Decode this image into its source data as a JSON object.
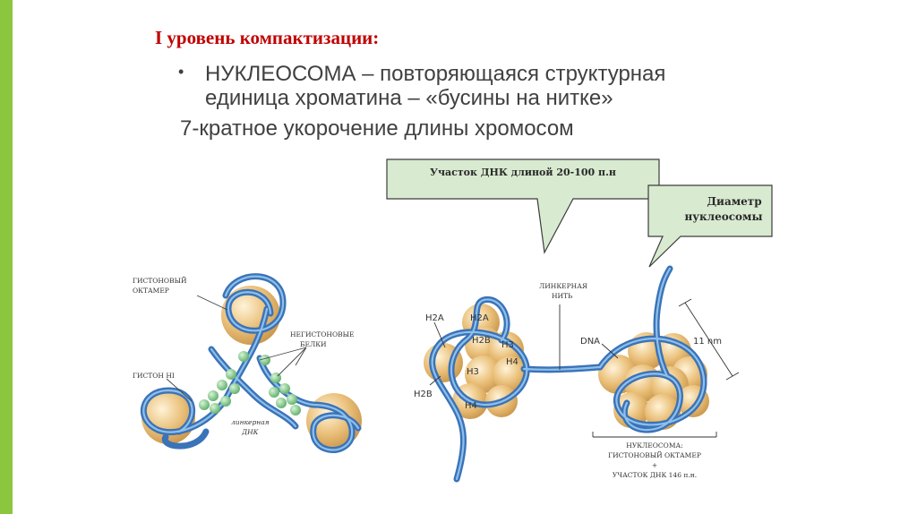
{
  "heading": "I уровень компактизации:",
  "bullet": {
    "line1": "НУКЛЕОСОМА – повторяющаяся структурная",
    "line2": "единица хроматина – «бусины на нитке»"
  },
  "subline": "7-кратное укорочение длины хромосом",
  "callouts": {
    "dna_segment": "Участок ДНК длиной 20-100 п.н",
    "diameter_line1": "Диаметр",
    "diameter_line2": "нуклеосомы"
  },
  "left_figure": {
    "histone_octamer_1": "ГИСТОНОВЫЙ",
    "histone_octamer_2": "ОКТАМЕР",
    "nonhistone_1": "НЕГИСТОНОВЫЕ",
    "nonhistone_2": "БЕЛКИ",
    "histone_h1": "ГИСТОН HI",
    "linker_1": "линкерная",
    "linker_2": "ДНК"
  },
  "right_figure": {
    "h2a_outer": "H2A",
    "h2a": "H2A",
    "h2b": "H2B",
    "h3_a": "H3",
    "h4_a": "H4",
    "h3_b": "H3",
    "h2b_outer": "H2B",
    "h4_b": "H4",
    "linker_1": "ЛИНКЕРНАЯ",
    "linker_2": "НИТЬ",
    "dna": "DNA",
    "size": "11 nm",
    "caption_1": "НУКЛЕОСОМА:",
    "caption_2": "ГИСТОНОВЫЙ ОКТАМЕР",
    "caption_3": "+",
    "caption_4": "УЧАСТОК ДНК 146 п.н."
  },
  "colors": {
    "accent_bar": "#8cc63f",
    "heading": "#c00000",
    "callout_fill": "#d8ead0",
    "dna_strand": "#4a86c8",
    "histone": "#e8bf78",
    "nonhistone_protein": "#8fcf8f"
  }
}
